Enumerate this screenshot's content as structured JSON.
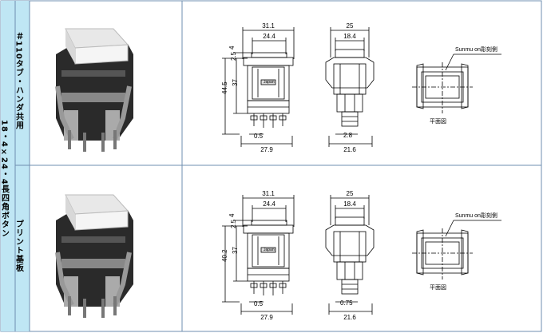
{
  "left_label": {
    "main": "18・4×24・4長四角ボタン"
  },
  "rows": [
    {
      "type_label": "＃110タブ・ハンダ共用",
      "dims": {
        "w_outer": "31.1",
        "w_inner": "24.4",
        "h_tab": "2.5",
        "h_4": "4",
        "h_total": "44.5",
        "h_body": "37",
        "pin": "0.5",
        "w_base": "27.9",
        "side_w_outer": "25",
        "side_w_inner": "18.4",
        "side_pin": "2.8",
        "side_base": "21.6"
      },
      "brand_label": "Sunmu on彫刻側",
      "view_label": "平面図",
      "body_text": "Japan"
    },
    {
      "type_label": "プリント基板",
      "dims": {
        "w_outer": "31.1",
        "w_inner": "24.4",
        "h_tab": "2.5",
        "h_4": "4",
        "h_total": "40.2",
        "h_body": "37",
        "pin": "0.5",
        "w_base": "27.9",
        "side_w_outer": "25",
        "side_w_inner": "18.4",
        "side_pin": "0.75",
        "side_base": "21.6"
      },
      "brand_label": "Sunmu on彫刻側",
      "view_label": "平面図",
      "body_text": "Japan"
    }
  ],
  "colors": {
    "label_bg": "#bfe6f4",
    "border": "#6f8fb0",
    "line": "#000000"
  }
}
